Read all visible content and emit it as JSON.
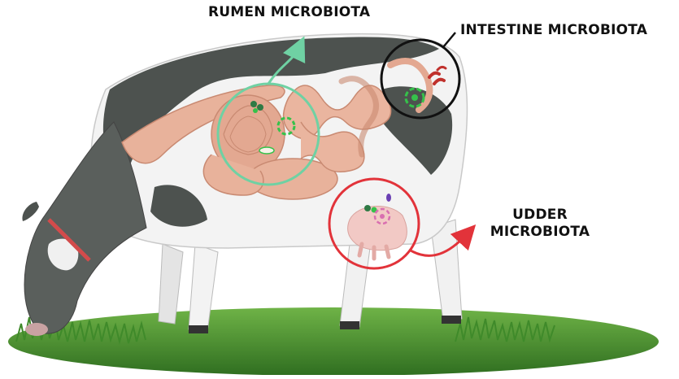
{
  "labels": {
    "rumen": "RUMEN MICROBIOTA",
    "intestine": "INTESTINE MICROBIOTA",
    "udder_line1": "UDDER",
    "udder_line2": "MICROBIOTA"
  },
  "colors": {
    "rumen_circle": "#6fd1a3",
    "intestine_circle": "#111111",
    "udder_circle": "#e2333a",
    "grass": "#3f8a2a",
    "cow_dark": "#4d524f",
    "cow_light": "#f3f3f3",
    "organ": "#e8b29b",
    "green_microbe": "#35c24a",
    "red_microbe": "#c0312c",
    "pink_microbe": "#d96fb0",
    "purple_microbe": "#6a3fb3"
  }
}
